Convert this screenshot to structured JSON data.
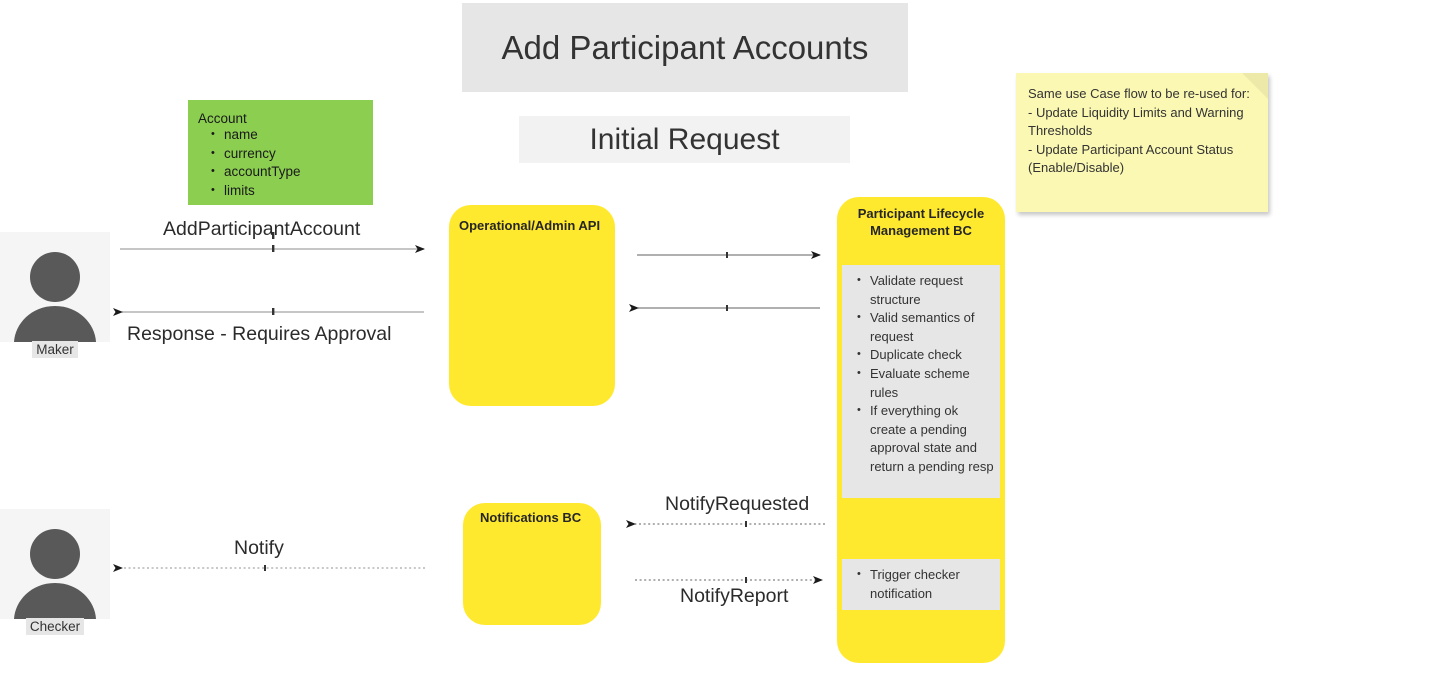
{
  "titles": {
    "main": "Add Participant Accounts",
    "sub": "Initial Request"
  },
  "account_card": {
    "title": "Account",
    "fields": [
      "name",
      "currency",
      "accountType",
      "limits"
    ],
    "color": "#8bce50"
  },
  "sticky_note": {
    "text": "Same use Case flow to be re-used for:\n- Update Liquidity Limits and Warning Thresholds\n- Update Participant Account Status (Enable/Disable)",
    "color": "#fbf8b3"
  },
  "actors": {
    "maker": {
      "label": "Maker",
      "icon": "person-icon"
    },
    "checker": {
      "label": "Checker",
      "icon": "person-icon"
    }
  },
  "boxes": {
    "operational_admin_api": {
      "title": "Operational/Admin API",
      "color": "#ffe92f"
    },
    "notifications_bc": {
      "title": "Notifications BC",
      "color": "#ffe92f"
    },
    "participant_lifecycle_bc": {
      "title": "Participant Lifecycle Management BC",
      "color": "#ffe92f",
      "checks": [
        "Validate request structure",
        "Valid semantics of request",
        "Duplicate check",
        "Evaluate scheme rules",
        "If everything ok create a pending approval state and return a pending resp"
      ],
      "trigger": [
        "Trigger checker notification"
      ]
    }
  },
  "arrows": [
    {
      "label": "AddParticipantAccount",
      "direction": "right",
      "style": "solid",
      "from": "maker",
      "to": "operational_admin_api"
    },
    {
      "label": "Response - Requires Approval",
      "direction": "left",
      "style": "solid",
      "from": "operational_admin_api",
      "to": "maker"
    },
    {
      "label": "",
      "direction": "right",
      "style": "solid",
      "from": "operational_admin_api",
      "to": "participant_lifecycle_bc"
    },
    {
      "label": "",
      "direction": "left",
      "style": "solid",
      "from": "participant_lifecycle_bc",
      "to": "operational_admin_api"
    },
    {
      "label": "NotifyRequested",
      "direction": "left",
      "style": "dotted",
      "from": "participant_lifecycle_bc",
      "to": "notifications_bc"
    },
    {
      "label": "NotifyReport",
      "direction": "right",
      "style": "dotted",
      "from": "notifications_bc",
      "to": "participant_lifecycle_bc"
    },
    {
      "label": "Notify",
      "direction": "left",
      "style": "dotted",
      "from": "notifications_bc",
      "to": "checker"
    }
  ],
  "arrow_labels": {
    "add_participant_account": "AddParticipantAccount",
    "response_requires_approval": "Response - Requires Approval",
    "notify": "Notify",
    "notify_requested": "NotifyRequested",
    "notify_report": "NotifyReport"
  }
}
